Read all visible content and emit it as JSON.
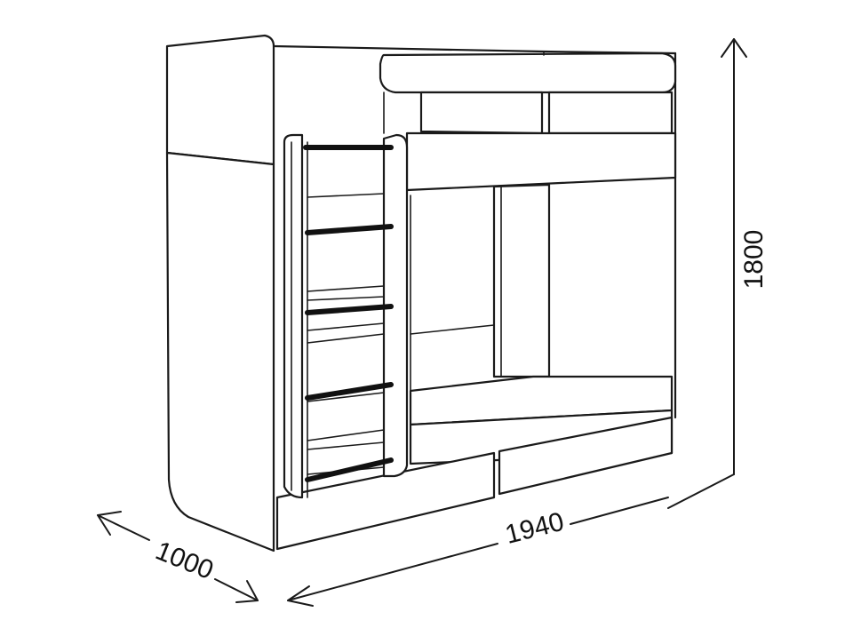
{
  "dimensions": {
    "height": {
      "value": "1800"
    },
    "width": {
      "value": "1940"
    },
    "depth": {
      "value": "1000"
    }
  },
  "colors": {
    "line": "#1a1a1a",
    "rung": "#111111",
    "background": "#ffffff"
  }
}
